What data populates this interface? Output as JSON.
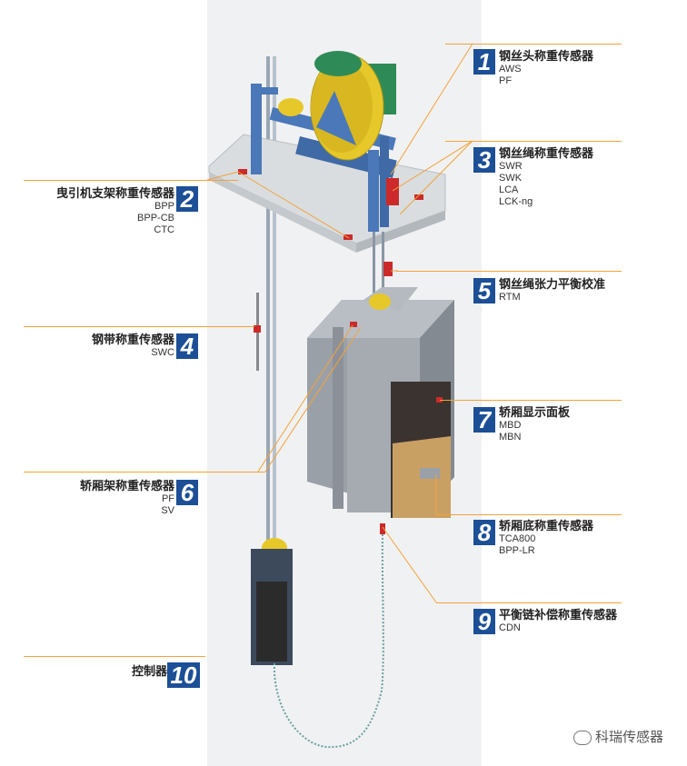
{
  "callouts": [
    {
      "num": "1",
      "title": "钢丝头称重传感器",
      "codes": [
        "AWS",
        "PF"
      ]
    },
    {
      "num": "2",
      "title": "曳引机支架称重传感器",
      "codes": [
        "BPP",
        "BPP-CB",
        "CTC"
      ]
    },
    {
      "num": "3",
      "title": "钢丝绳称重传感器",
      "codes": [
        "SWR",
        "SWK",
        "LCA",
        "LCK-ng"
      ]
    },
    {
      "num": "4",
      "title": "钢带称重传感器",
      "codes": [
        "SWC"
      ]
    },
    {
      "num": "5",
      "title": "钢丝绳张力平衡校准",
      "codes": [
        "RTM"
      ]
    },
    {
      "num": "6",
      "title": "轿厢架称重传感器",
      "codes": [
        "PF",
        "SV"
      ]
    },
    {
      "num": "7",
      "title": "轿厢显示面板",
      "codes": [
        "MBD",
        "MBN"
      ]
    },
    {
      "num": "8",
      "title": "轿厢底称重传感器",
      "codes": [
        "TCA800",
        "BPP-LR"
      ]
    },
    {
      "num": "9",
      "title": "平衡链补偿称重传感器",
      "codes": [
        "CDN"
      ]
    },
    {
      "num": "10",
      "title": "控制器",
      "codes": []
    }
  ],
  "watermark": "科瑞传感器",
  "colors": {
    "badge": "#1c4f96",
    "leader": "#f2a33a",
    "motor": "#2e8b57",
    "sheave": "#e6c82a",
    "frame": "#4a78b8",
    "platform": "#d9dde0",
    "car": "#9aa0a8",
    "sensor": "#cc2a2a"
  }
}
